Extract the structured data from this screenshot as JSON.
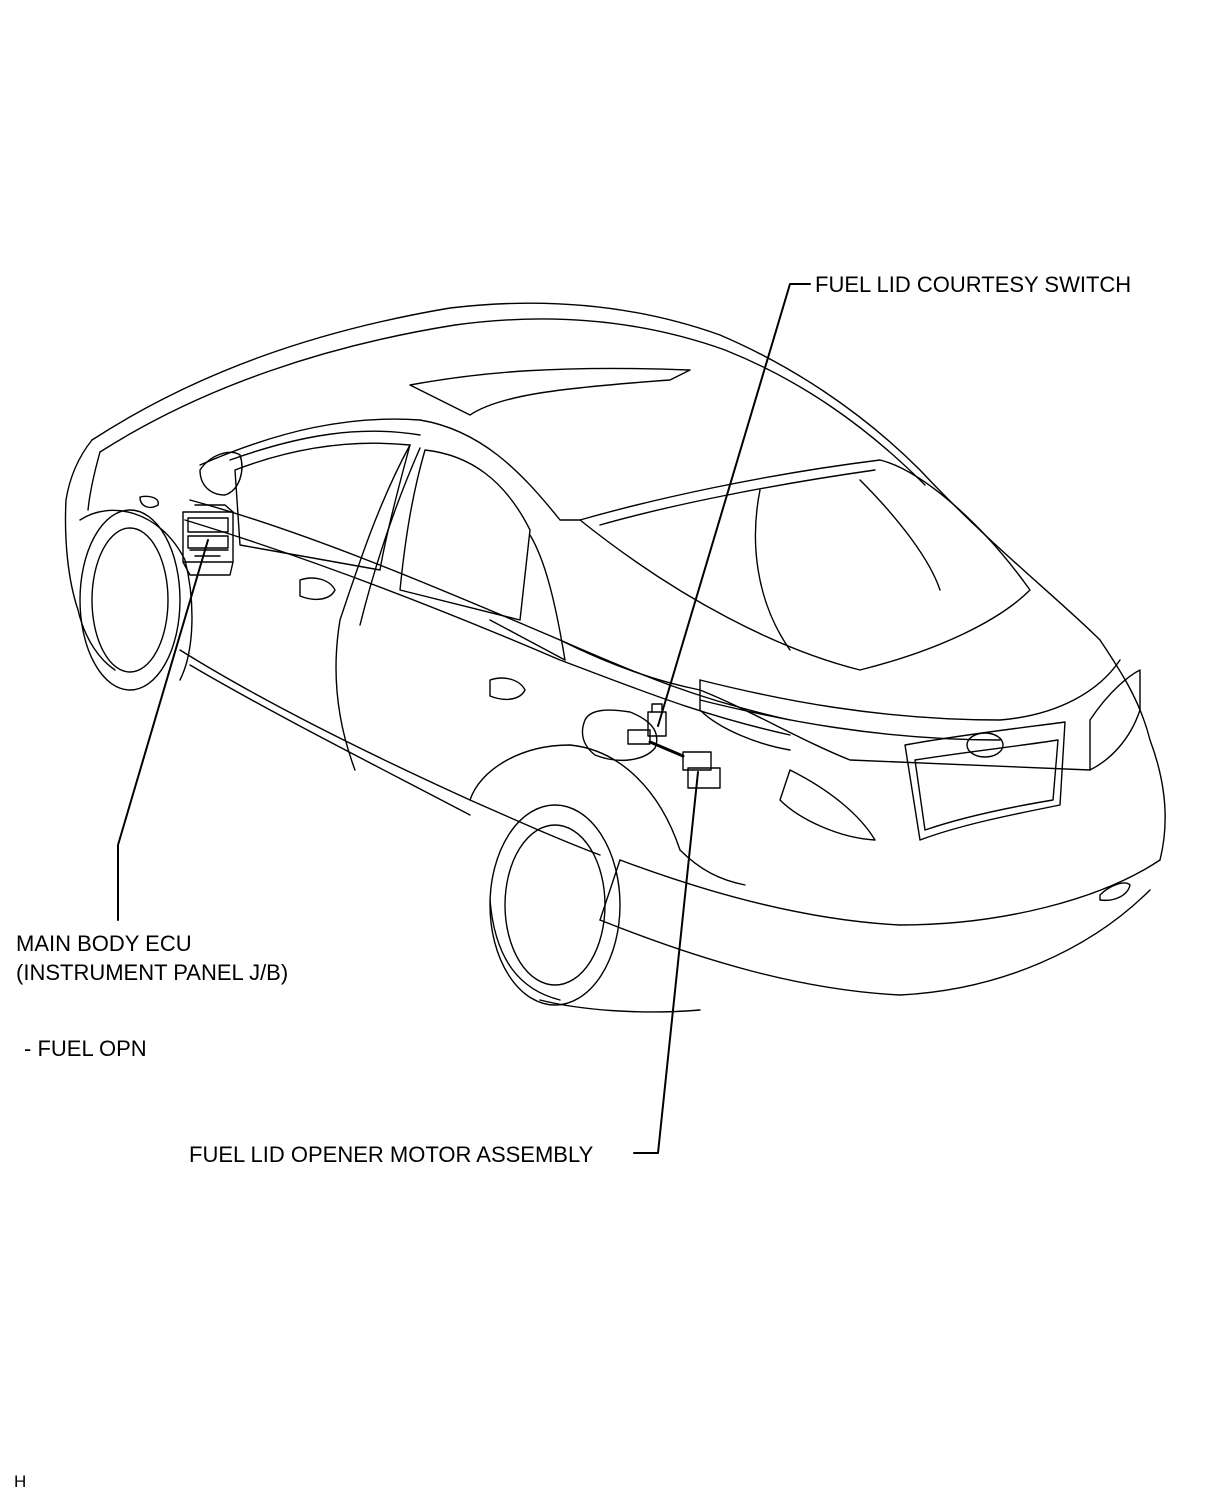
{
  "labels": {
    "fuel_lid_courtesy_switch": "FUEL LID COURTESY SWITCH",
    "main_body_ecu": "MAIN BODY ECU",
    "instrument_panel_jb": "(INSTRUMENT PANEL J/B)",
    "fuel_opn": "- FUEL OPN",
    "fuel_lid_opener_motor_assembly": "FUEL LID OPENER MOTOR ASSEMBLY",
    "figure_code": "H"
  },
  "colors": {
    "line": "#000000",
    "background": "#ffffff"
  }
}
